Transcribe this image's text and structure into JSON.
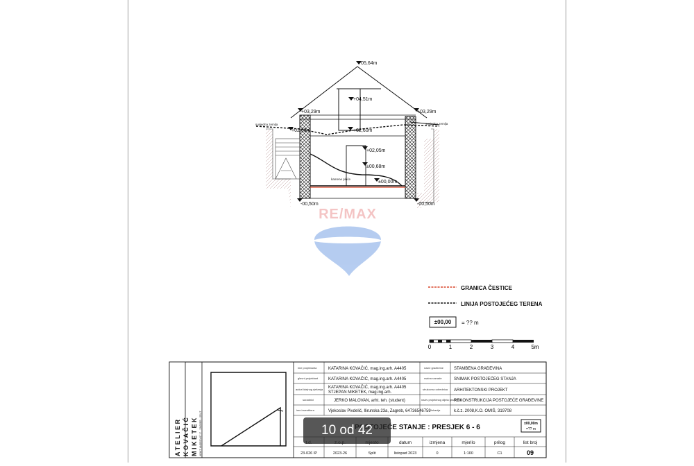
{
  "drawing": {
    "levels": {
      "ridge": "+05,64m",
      "inner_top": "+04,51m",
      "eave_left": "+03,29m",
      "eave_right": "+03,29m",
      "left_terrain": "+02,88m",
      "mid_terrain": "+02,60m",
      "inner_mid": "+02,05m",
      "inner_low": "±00,68m",
      "floor": "±00,00m",
      "found_left": "-00,50m",
      "found_right": "-00,50m"
    },
    "notes": {
      "left_neighbor": "susjedna zemlja",
      "right_neighbor": "susjedna zemlja",
      "stone": "kamene ploče"
    }
  },
  "watermark": {
    "brand": "RE/MAX"
  },
  "legend": {
    "boundary": "GRANICA ČESTICE",
    "terrain": "LINIJA POSTOJEĆEG TERENA",
    "level_box": "±00,00",
    "level_eq": "= ?? m",
    "scale": [
      "0",
      "1",
      "2",
      "3",
      "4",
      "5m"
    ],
    "boundary_color": "#d9472b"
  },
  "title_block": {
    "atelier_line1": "A T E L I E R",
    "atelier_line2": "K O V A Č I Ć",
    "atelier_line3": "M I K E T E K",
    "atelier_tiny": "ARHIT. ANDROVIĆ 17 · ZAGREB · SPLIT",
    "rows": [
      {
        "label": "ime projektanta",
        "value": "KATARINA KOVAČIĆ, mag.ing.arh. A4405",
        "label2": "naziv građevine",
        "value2": "STAMBENA GRAĐEVINA"
      },
      {
        "label": "glavni projektant",
        "value": "KATARINA KOVAČIĆ, mag.ing.arh. A4405",
        "label2": "razina razrade",
        "value2": "SNIMAK POSTOJEĆEG STANJA"
      },
      {
        "label": "autori idejnog rješenja",
        "value": "KATARINA KOVAČIĆ, mag.ing.arh. A4405",
        "value_b": "STJEPAN MIKETEK, mag.ing.arh.",
        "label2": "strukovna odrednica",
        "value2": "ARHITEKTONSKI PROJEKT"
      },
      {
        "label": "suradnici",
        "value": "JERKO MALOVAN, arht. teh. (student)",
        "label2": "naziv projektnog dijela građevine",
        "value2": "REKONSTRUKCIJA POSTOJEĆE GRAĐEVINE"
      },
      {
        "label": "ime investitora",
        "value": "Vjekoslav Pivdelić, Ilirunska 23a, Zagreb, 64736546759",
        "label2": "lokacija",
        "value2": "k.č.z. 2008,K.O. OMIŠ, 319708"
      }
    ],
    "drawing_title": "POSTOJEĆE STANJE : PRESJEK 6 - 6",
    "level_box": "±00,00m",
    "level_box2": "=?? m",
    "columns": [
      {
        "header": "t.d.",
        "value": "23-026 IP"
      },
      {
        "header": "z.o.p.",
        "value": "2023-26"
      },
      {
        "header": "mjesto",
        "value": "Split"
      },
      {
        "header": "datum",
        "value": "listopad 2023"
      },
      {
        "header": "izmjena",
        "value": "0"
      },
      {
        "header": "mjerilo",
        "value": "1:100"
      },
      {
        "header": "prilog",
        "value": "C1"
      },
      {
        "header": "list broj",
        "value": "09"
      }
    ]
  },
  "gallery": {
    "counter": "10 od 42"
  }
}
